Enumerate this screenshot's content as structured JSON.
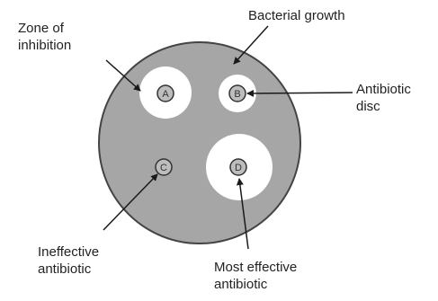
{
  "labels": {
    "zone_of_inhibition": [
      "Zone of",
      "inhibition"
    ],
    "bacterial_growth": "Bacterial growth",
    "antibiotic_disc": [
      "Antibiotic",
      "disc"
    ],
    "ineffective_antibiotic": [
      "Ineffective",
      "antibiotic"
    ],
    "most_effective_antibiotic": [
      "Most effective",
      "antibiotic"
    ]
  },
  "discs": {
    "a": "A",
    "b": "B",
    "c": "C",
    "d": "D"
  },
  "colors": {
    "plate": "#a6a6a6",
    "plate_border": "#444444",
    "zone": "#ffffff",
    "disc_fill": "#bdbdbd",
    "arrow": "#1a1a1a",
    "text": "#222222"
  }
}
